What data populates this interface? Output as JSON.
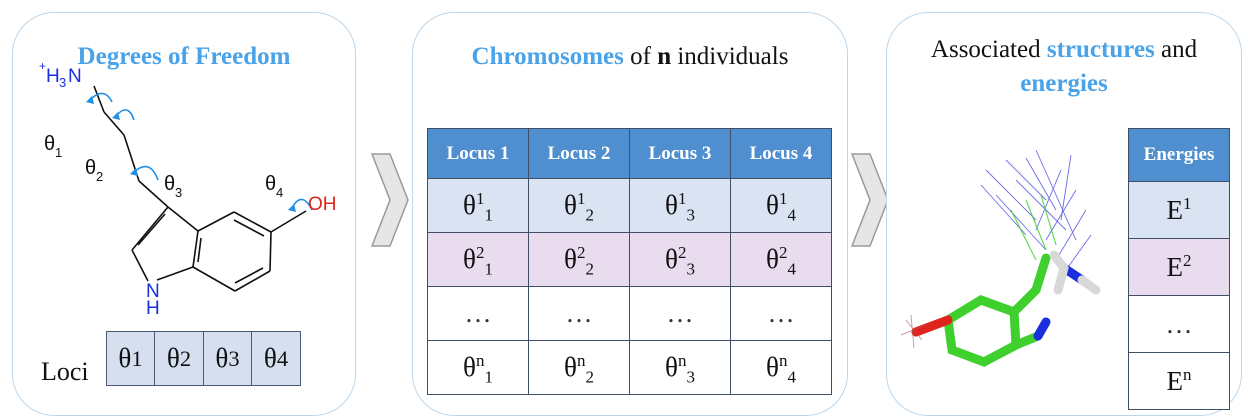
{
  "panel1": {
    "title": "Degrees of Freedom",
    "molecule": {
      "amine_plus": "+",
      "amine_h": "H",
      "amine_sub": "3",
      "amine_n": "N",
      "hydroxyl": "OH",
      "ring_n": "N",
      "ring_h": "H",
      "torsions": [
        {
          "sym": "θ",
          "sub": "1"
        },
        {
          "sym": "θ",
          "sub": "2"
        },
        {
          "sym": "θ",
          "sub": "3"
        },
        {
          "sym": "θ",
          "sub": "4"
        }
      ]
    },
    "loci_label": "Loci",
    "loci": [
      {
        "sym": "θ",
        "sub": "1"
      },
      {
        "sym": "θ",
        "sub": "2"
      },
      {
        "sym": "θ",
        "sub": "3"
      },
      {
        "sym": "θ",
        "sub": "4"
      }
    ]
  },
  "panel2": {
    "title_highlight": "Chromosomes",
    "title_mid": " of ",
    "title_bold": "n",
    "title_end": " individuals",
    "headers": [
      "Locus 1",
      "Locus 2",
      "Locus 3",
      "Locus 4"
    ],
    "rows": [
      [
        {
          "sym": "θ",
          "sup": "1",
          "sub": "1"
        },
        {
          "sym": "θ",
          "sup": "1",
          "sub": "2"
        },
        {
          "sym": "θ",
          "sup": "1",
          "sub": "3"
        },
        {
          "sym": "θ",
          "sup": "1",
          "sub": "4"
        }
      ],
      [
        {
          "sym": "θ",
          "sup": "2",
          "sub": "1"
        },
        {
          "sym": "θ",
          "sup": "2",
          "sub": "2"
        },
        {
          "sym": "θ",
          "sup": "2",
          "sub": "3"
        },
        {
          "sym": "θ",
          "sup": "2",
          "sub": "4"
        }
      ],
      [
        {
          "sym": "…",
          "sup": "",
          "sub": ""
        },
        {
          "sym": "…",
          "sup": "",
          "sub": ""
        },
        {
          "sym": "…",
          "sup": "",
          "sub": ""
        },
        {
          "sym": "…",
          "sup": "",
          "sub": ""
        }
      ],
      [
        {
          "sym": "θ",
          "sup": "n",
          "sub": "1"
        },
        {
          "sym": "θ",
          "sup": "n",
          "sub": "2"
        },
        {
          "sym": "θ",
          "sup": "n",
          "sub": "3"
        },
        {
          "sym": "θ",
          "sup": "n",
          "sub": "4"
        }
      ]
    ]
  },
  "panel3": {
    "title_pre": "Associated ",
    "title_hl1": "structures",
    "title_mid": " and",
    "title_hl2": "energies",
    "energy_header": "Energies",
    "energies": [
      {
        "sym": "E",
        "sup": "1"
      },
      {
        "sym": "E",
        "sup": "2"
      },
      {
        "sym": "…",
        "sup": ""
      },
      {
        "sym": "E",
        "sup": "n"
      }
    ]
  },
  "colors": {
    "title_blue": "#4aa3e8",
    "header_blue": "#4f8fcf",
    "row1": "#d9e3f2",
    "row2": "#eadcef",
    "loci_fill": "#d5dff0",
    "atom_blue": "#1a2ee0",
    "atom_red": "#e0241c",
    "carbon_green": "#3fd02e"
  },
  "icons": [
    "chevron-right-icon",
    "rotation-arrow-icon",
    "molecule-3d-icon"
  ]
}
